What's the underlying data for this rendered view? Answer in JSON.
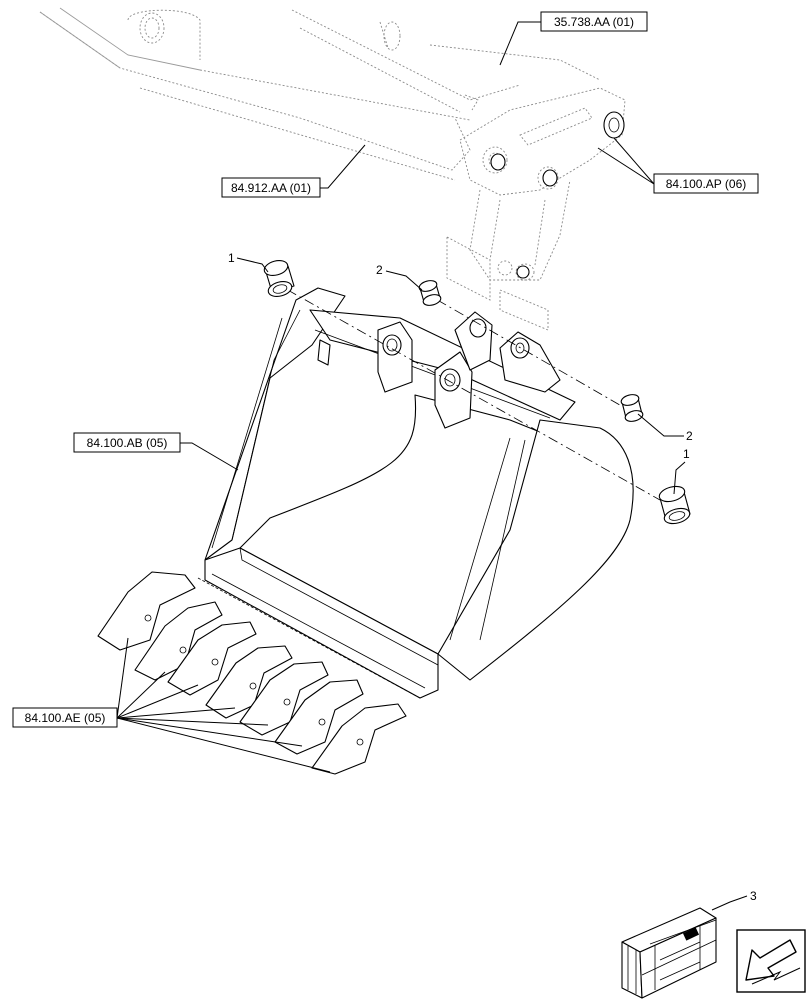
{
  "references": {
    "arm_ref": "35.738.AA (01)",
    "boom_ref": "84.912.AA (01)",
    "pin_ref": "84.100.AP (06)",
    "bucket_ref": "84.100.AB (05)",
    "teeth_ref": "84.100.AE (05)"
  },
  "callouts": {
    "bushing_left": "1",
    "bushing_right": "1",
    "spacer_left": "2",
    "spacer_right": "2",
    "kit": "3"
  },
  "icons": {
    "kit_box": "packaged-kit-icon",
    "navigation": "back-arrow-icon"
  },
  "colors": {
    "line": "#000000",
    "ghost": "#8a8a8a",
    "background": "#ffffff"
  }
}
